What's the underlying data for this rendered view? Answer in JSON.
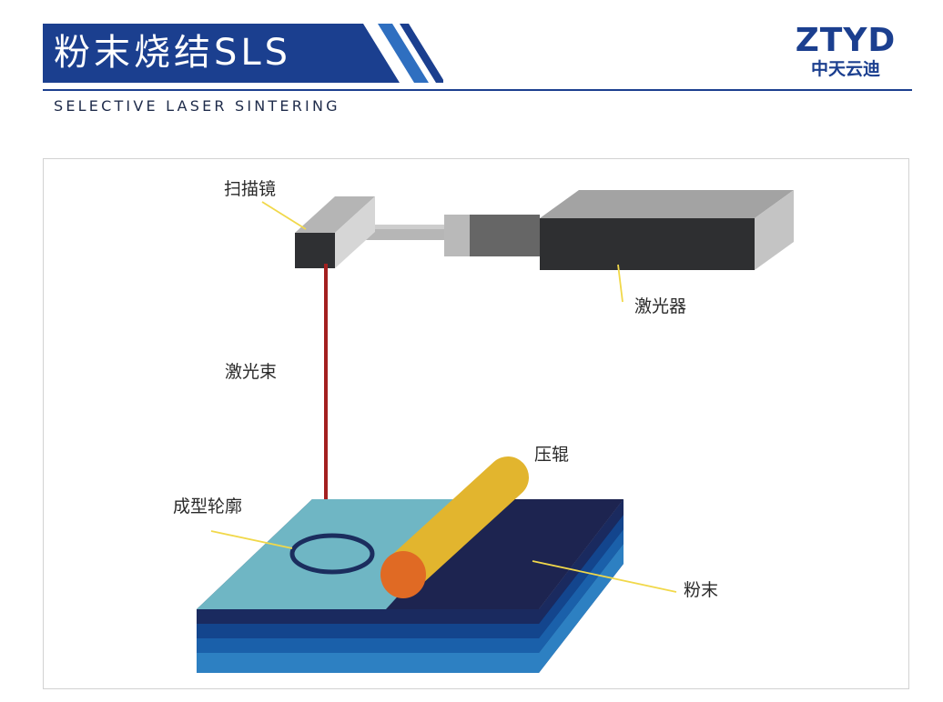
{
  "header": {
    "title": "粉末烧结SLS",
    "subtitle": "SELECTIVE LASER SINTERING",
    "logo_main": "ZTYD",
    "logo_sub": "中天云迪"
  },
  "colors": {
    "brand_blue": "#1b3f8f",
    "accent_blue": "#2f6fc0",
    "laser_beam": "#a32020",
    "roller": "#e2b52e",
    "roller_end": "#e06a24",
    "powder_top": "#1d2450",
    "formed_area": "#6fb6c4",
    "leader_line": "#f1d84a"
  },
  "diagram": {
    "labels": {
      "scanner": "扫描镜",
      "laser": "激光器",
      "beam": "激光束",
      "roller": "压辊",
      "contour": "成型轮廓",
      "powder": "粉末"
    }
  }
}
